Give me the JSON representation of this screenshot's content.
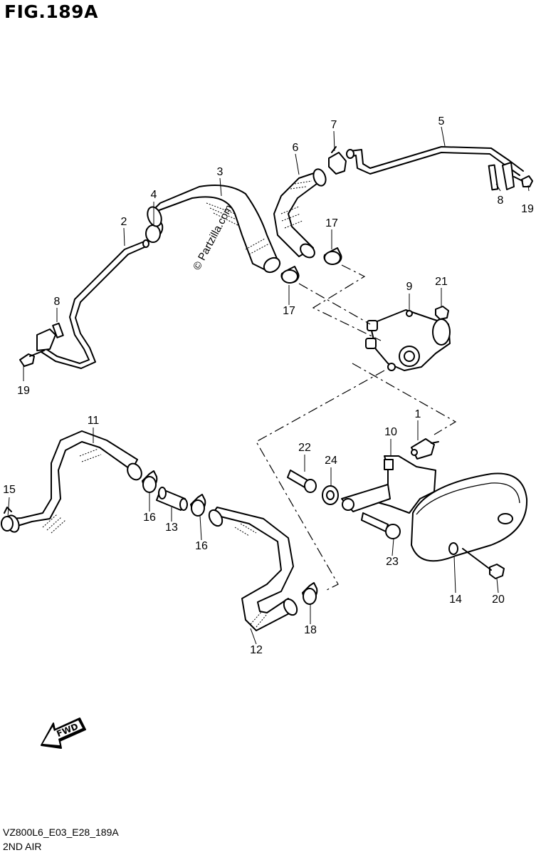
{
  "figure_title": "FIG.189A",
  "diagram_code": "VZ800L6_E03_E28_189A",
  "caption": "2ND AIR",
  "watermark": "© Partzilla.com",
  "fwd_label": "FWD",
  "callouts": {
    "c1": "1",
    "c2": "2",
    "c3": "3",
    "c4": "4",
    "c5": "5",
    "c6": "6",
    "c7": "7",
    "c8a": "8",
    "c8b": "8",
    "c9": "9",
    "c10": "10",
    "c11": "11",
    "c12": "12",
    "c13": "13",
    "c14": "14",
    "c15": "15",
    "c16a": "16",
    "c16b": "16",
    "c17a": "17",
    "c17b": "17",
    "c18": "18",
    "c19a": "19",
    "c19b": "19",
    "c20": "20",
    "c21": "21",
    "c22": "22",
    "c23": "23",
    "c24": "24"
  }
}
